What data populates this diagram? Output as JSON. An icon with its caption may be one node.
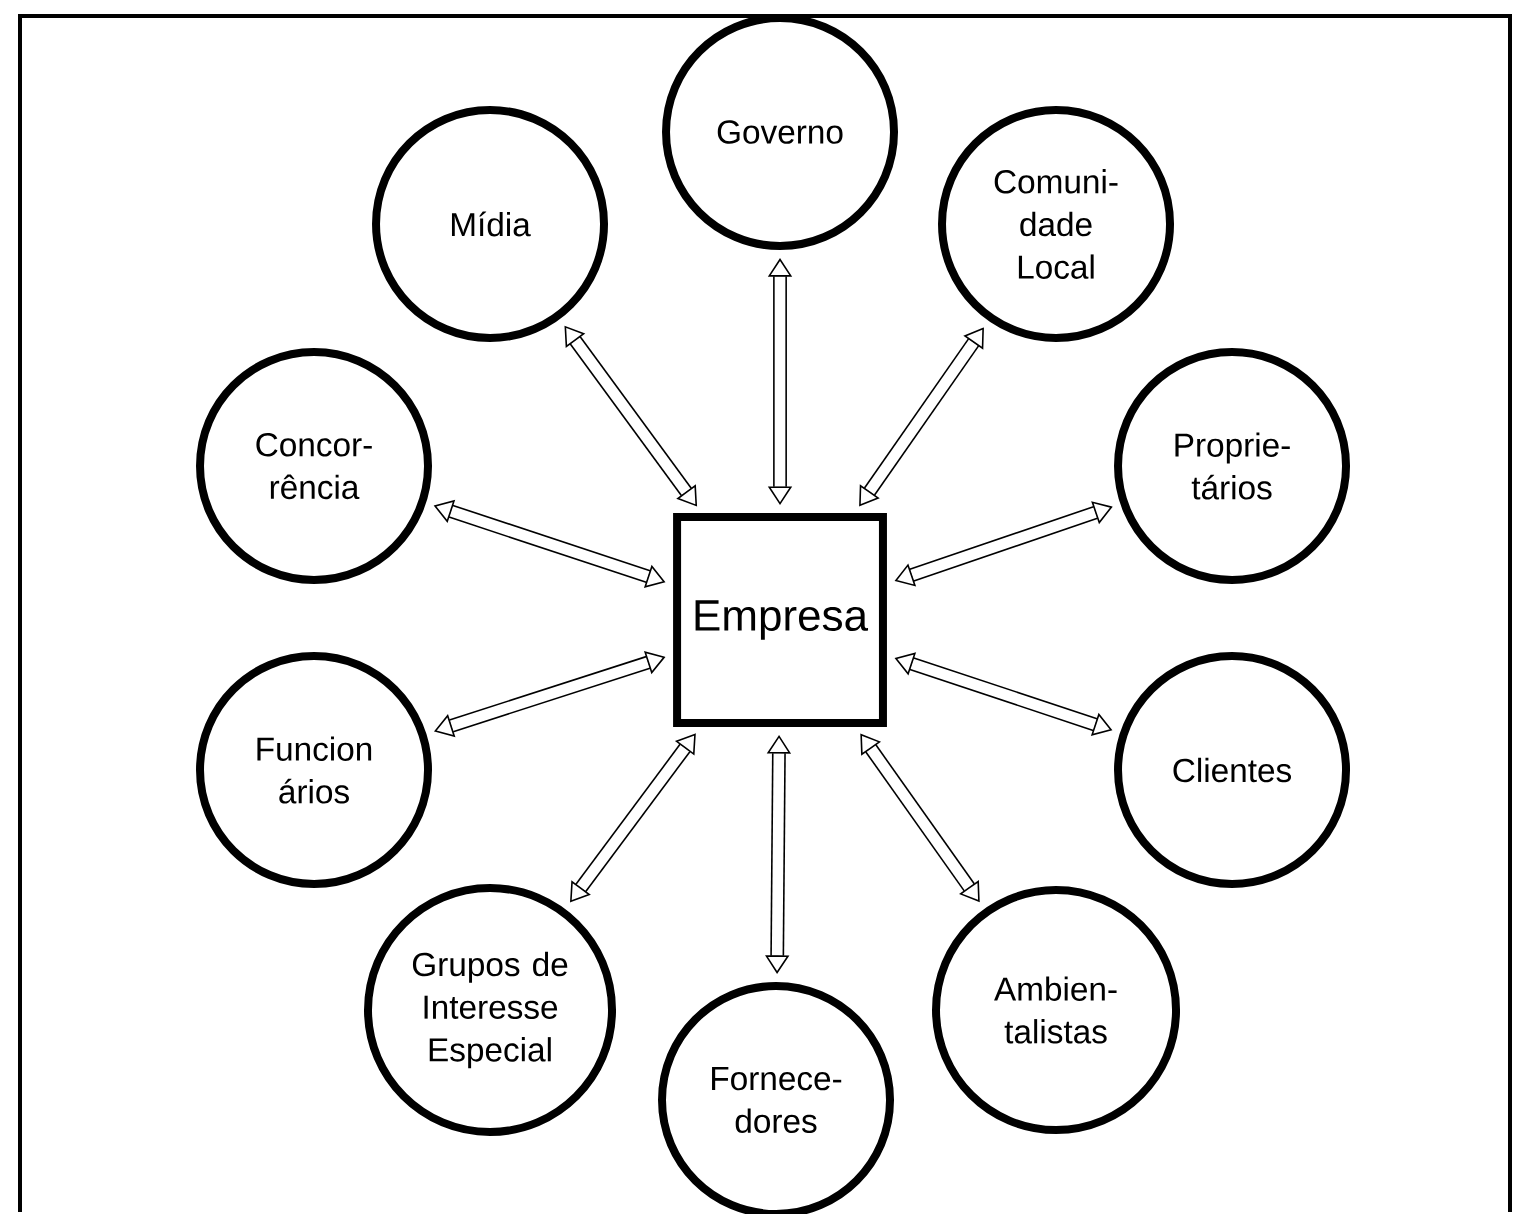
{
  "diagram": {
    "nodes": [
      {
        "text": [
          "Governo"
        ]
      },
      {
        "text": [
          "Mídia"
        ]
      },
      {
        "text": [
          "Comuni- dade Local"
        ]
      },
      {
        "text": [
          "Concor- rência"
        ]
      },
      {
        "text": [
          "Proprie- tários"
        ]
      },
      {
        "text": [
          "Empresa"
        ]
      },
      {
        "text": [
          "Funcion ários"
        ]
      },
      {
        "text": [
          "Clientes"
        ]
      },
      {
        "text": [
          "Grupos de Interesse Especial"
        ]
      },
      {
        "text": [
          "Ambien- talistas"
        ]
      },
      {
        "text": [
          "Fornece- dores"
        ]
      }
    ],
    "edges": [
      {
        "from": 5,
        "to": 0,
        "arrow": "both"
      },
      {
        "from": 5,
        "to": 1,
        "arrow": "both"
      },
      {
        "from": 5,
        "to": 2,
        "arrow": "both"
      },
      {
        "from": 5,
        "to": 3,
        "arrow": "both"
      },
      {
        "from": 5,
        "to": 4,
        "arrow": "both"
      },
      {
        "from": 5,
        "to": 6,
        "arrow": "both"
      },
      {
        "from": 5,
        "to": 7,
        "arrow": "both"
      },
      {
        "from": 5,
        "to": 8,
        "arrow": "both"
      },
      {
        "from": 5,
        "to": 9,
        "arrow": "both"
      },
      {
        "from": 5,
        "to": 10,
        "arrow": "both"
      }
    ]
  }
}
